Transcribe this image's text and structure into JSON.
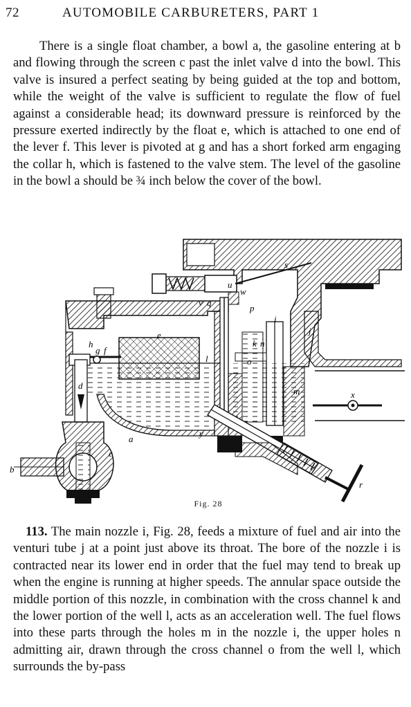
{
  "header": {
    "page_number": "72",
    "title": "AUTOMOBILE CARBURETERS, PART 1"
  },
  "paragraph1": "There is a single float chamber, a bowl a, the gasoline entering at b and flowing through the screen c past the inlet valve d into the bowl. This valve is insured a perfect seating by being guided at the top and bottom, while the weight of the valve is sufficient to regulate the flow of fuel against a considerable head; its downward pressure is reinforced by the pressure exerted indirectly by the float e, which is attached to one end of the lever f. This lever is pivoted at g and has a short forked arm engaging the collar h, which is fastened to the valve stem. The level of the gasoline in the bowl a should be ¾ inch below the cover of the bowl.",
  "figure": {
    "caption": "Fig. 28",
    "labels": {
      "s": "s",
      "u": "u",
      "w": "w",
      "v": "v",
      "q": "q",
      "p": "p",
      "i": "i",
      "j": "j",
      "e": "e",
      "h": "h",
      "g": "g",
      "f": "f",
      "k": "k",
      "n": "n",
      "l": "l",
      "o": "o",
      "d": "d",
      "m": "m",
      "x": "x",
      "a": "a",
      "y": "y",
      "c": "c",
      "b": "b",
      "r": "r"
    }
  },
  "paragraph2": {
    "section_number": "113.",
    "text": "The main nozzle i, Fig. 28, feeds a mixture of fuel and air into the venturi tube j at a point just above its throat. The bore of the nozzle i is contracted near its lower end in order that the fuel may tend to break up when the engine is running at higher speeds. The annular space outside the middle portion of this nozzle, in combination with the cross channel k and the lower portion of the well l, acts as an acceleration well. The fuel flows into these parts through the holes m in the nozzle i, the upper holes n admitting air, drawn through the cross channel o from the well l, which surrounds the by-pass"
  }
}
